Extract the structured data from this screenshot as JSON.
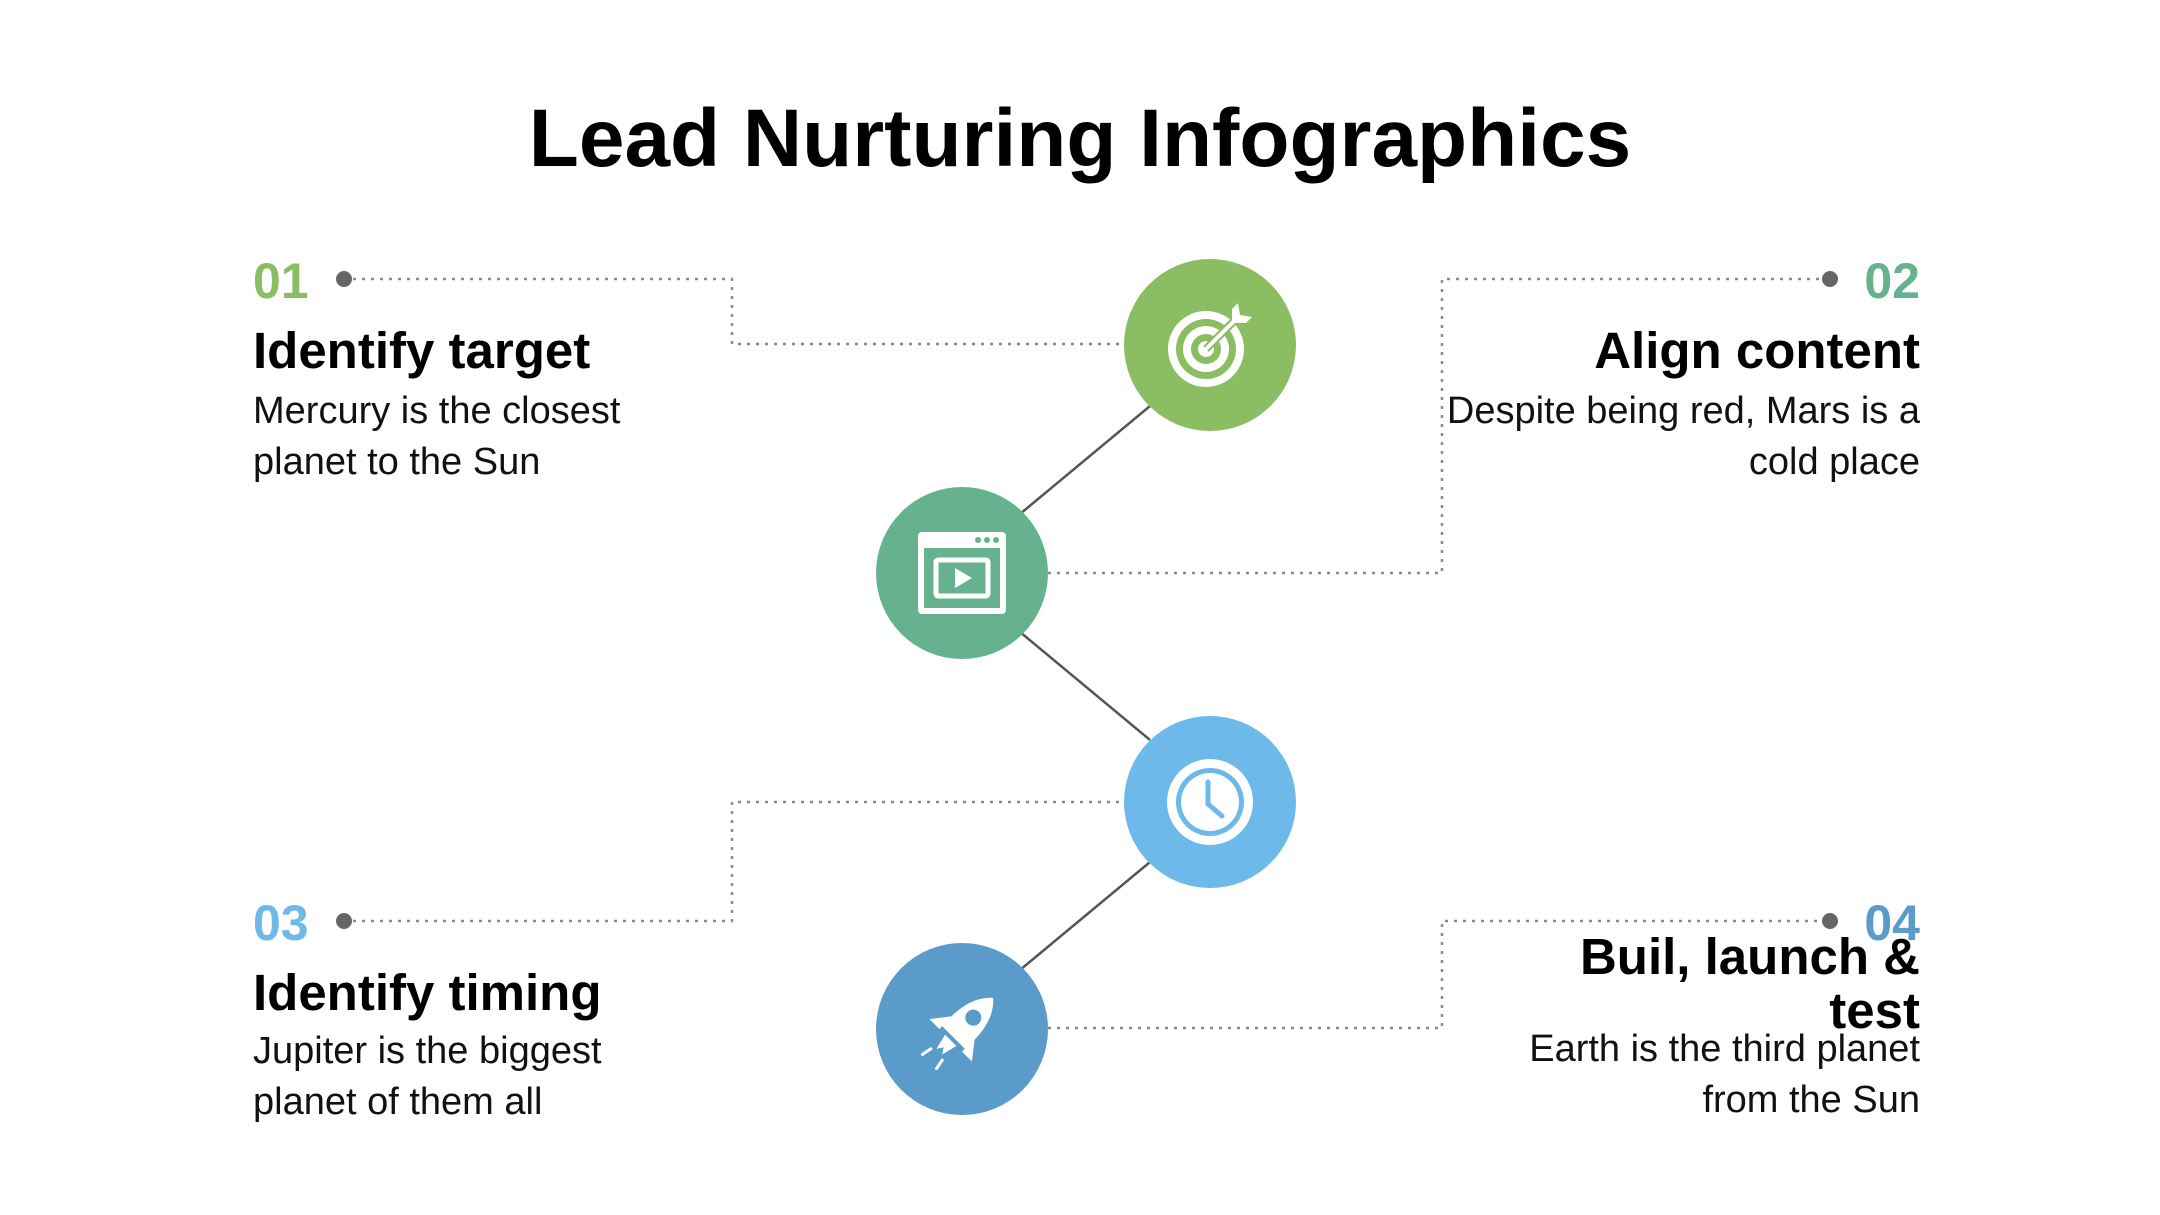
{
  "title": "Lead Nurturing Infographics",
  "colors": {
    "step1": "#8bbd63",
    "step2": "#67b28e",
    "step3": "#6cb9ea",
    "step4": "#5b9bc9",
    "connector": "#555555",
    "dotted": "#8a8a8a"
  },
  "steps": [
    {
      "number": "01",
      "heading": "Identify target",
      "description": "Mercury is the closest planet to the Sun",
      "icon": "target-icon"
    },
    {
      "number": "02",
      "heading": "Align content",
      "description": "Despite being red, Mars is a cold place",
      "icon": "video-window-icon"
    },
    {
      "number": "03",
      "heading": "Identify timing",
      "description": "Jupiter is the biggest planet of them all",
      "icon": "clock-icon"
    },
    {
      "number": "04",
      "heading": "Buil, launch & test",
      "description": "Earth is the third planet from the Sun",
      "icon": "rocket-icon"
    }
  ]
}
